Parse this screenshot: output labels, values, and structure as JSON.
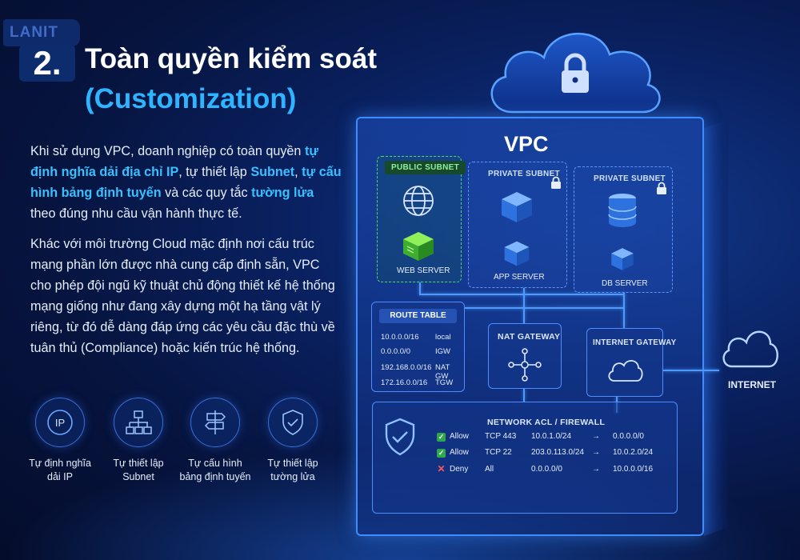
{
  "brand": {
    "logo": "LANIT"
  },
  "header": {
    "step": "2.",
    "title": "Toàn quyền kiểm soát",
    "subtitle": "(Customization)"
  },
  "body": {
    "p1": {
      "a": "Khi sử dụng VPC, doanh nghiệp có toàn quyền ",
      "b": "tự định nghĩa dải địa chỉ IP",
      "c": ", tự thiết lập ",
      "d": "Subnet",
      "e": ", ",
      "f": "tự cấu hình bảng định tuyến",
      "g": " và các quy tắc ",
      "h": "tường lửa",
      "i": " theo đúng nhu cầu vận hành thực tế."
    },
    "p2": "Khác với môi trường Cloud mặc định nơi cấu trúc mạng phần lớn được nhà cung cấp định sẵn, VPC cho phép đội ngũ kỹ thuật chủ động thiết kế hệ thống mạng giống như đang xây dựng một hạ tầng vật lý riêng, từ đó dễ dàng đáp ứng các yêu cầu đặc thù về tuân thủ (Compliance) hoặc kiến trúc hệ thống."
  },
  "features": [
    {
      "icon": "ip-icon",
      "line1": "Tự định nghĩa",
      "line2": "dải IP"
    },
    {
      "icon": "hierarchy-icon",
      "line1": "Tự thiết lập",
      "line2": "Subnet"
    },
    {
      "icon": "signpost-icon",
      "line1": "Tự cấu hình",
      "line2": "bảng định tuyến"
    },
    {
      "icon": "shield-check-icon",
      "line1": "Tự thiết lập",
      "line2": "tường lửa"
    }
  ],
  "diagram": {
    "vpc_label": "VPC",
    "subnets": {
      "public": {
        "label": "PUBLIC SUBNET",
        "server": "WEB SERVER"
      },
      "private1": {
        "label": "PRIVATE SUBNET",
        "server": "APP SERVER"
      },
      "private2": {
        "label": "PRIVATE SUBNET",
        "server": "DB SERVER"
      }
    },
    "route_table": {
      "title": "ROUTE TABLE",
      "rows": [
        {
          "dest": "10.0.0.0/16",
          "target": "local"
        },
        {
          "dest": "0.0.0.0/0",
          "target": "IGW"
        },
        {
          "dest": "192.168.0.0/16",
          "target": "NAT GW"
        },
        {
          "dest": "172.16.0.0/16",
          "target": "TGW"
        }
      ]
    },
    "nat_gateway": "NAT GATEWAY",
    "internet_gateway": "INTERNET GATEWAY",
    "internet": "INTERNET",
    "acl": {
      "title": "NETWORK ACL / FIREWALL",
      "rows": [
        {
          "action": "Allow",
          "port": "TCP 443",
          "src": "10.0.1.0/24",
          "arrow": "→",
          "dst": "0.0.0.0/0"
        },
        {
          "action": "Allow",
          "port": "TCP 22",
          "src": "203.0.113.0/24",
          "arrow": "→",
          "dst": "10.0.2.0/24"
        },
        {
          "action": "Deny",
          "port": "All",
          "src": "0.0.0.0/0",
          "arrow": "→",
          "dst": "10.0.0.0/16"
        }
      ]
    }
  },
  "colors": {
    "accent": "#2fb5ff",
    "highlight": "#38c0ff",
    "allow": "#2fa84a",
    "deny": "#ff5a5a",
    "public": "#52d96a"
  }
}
